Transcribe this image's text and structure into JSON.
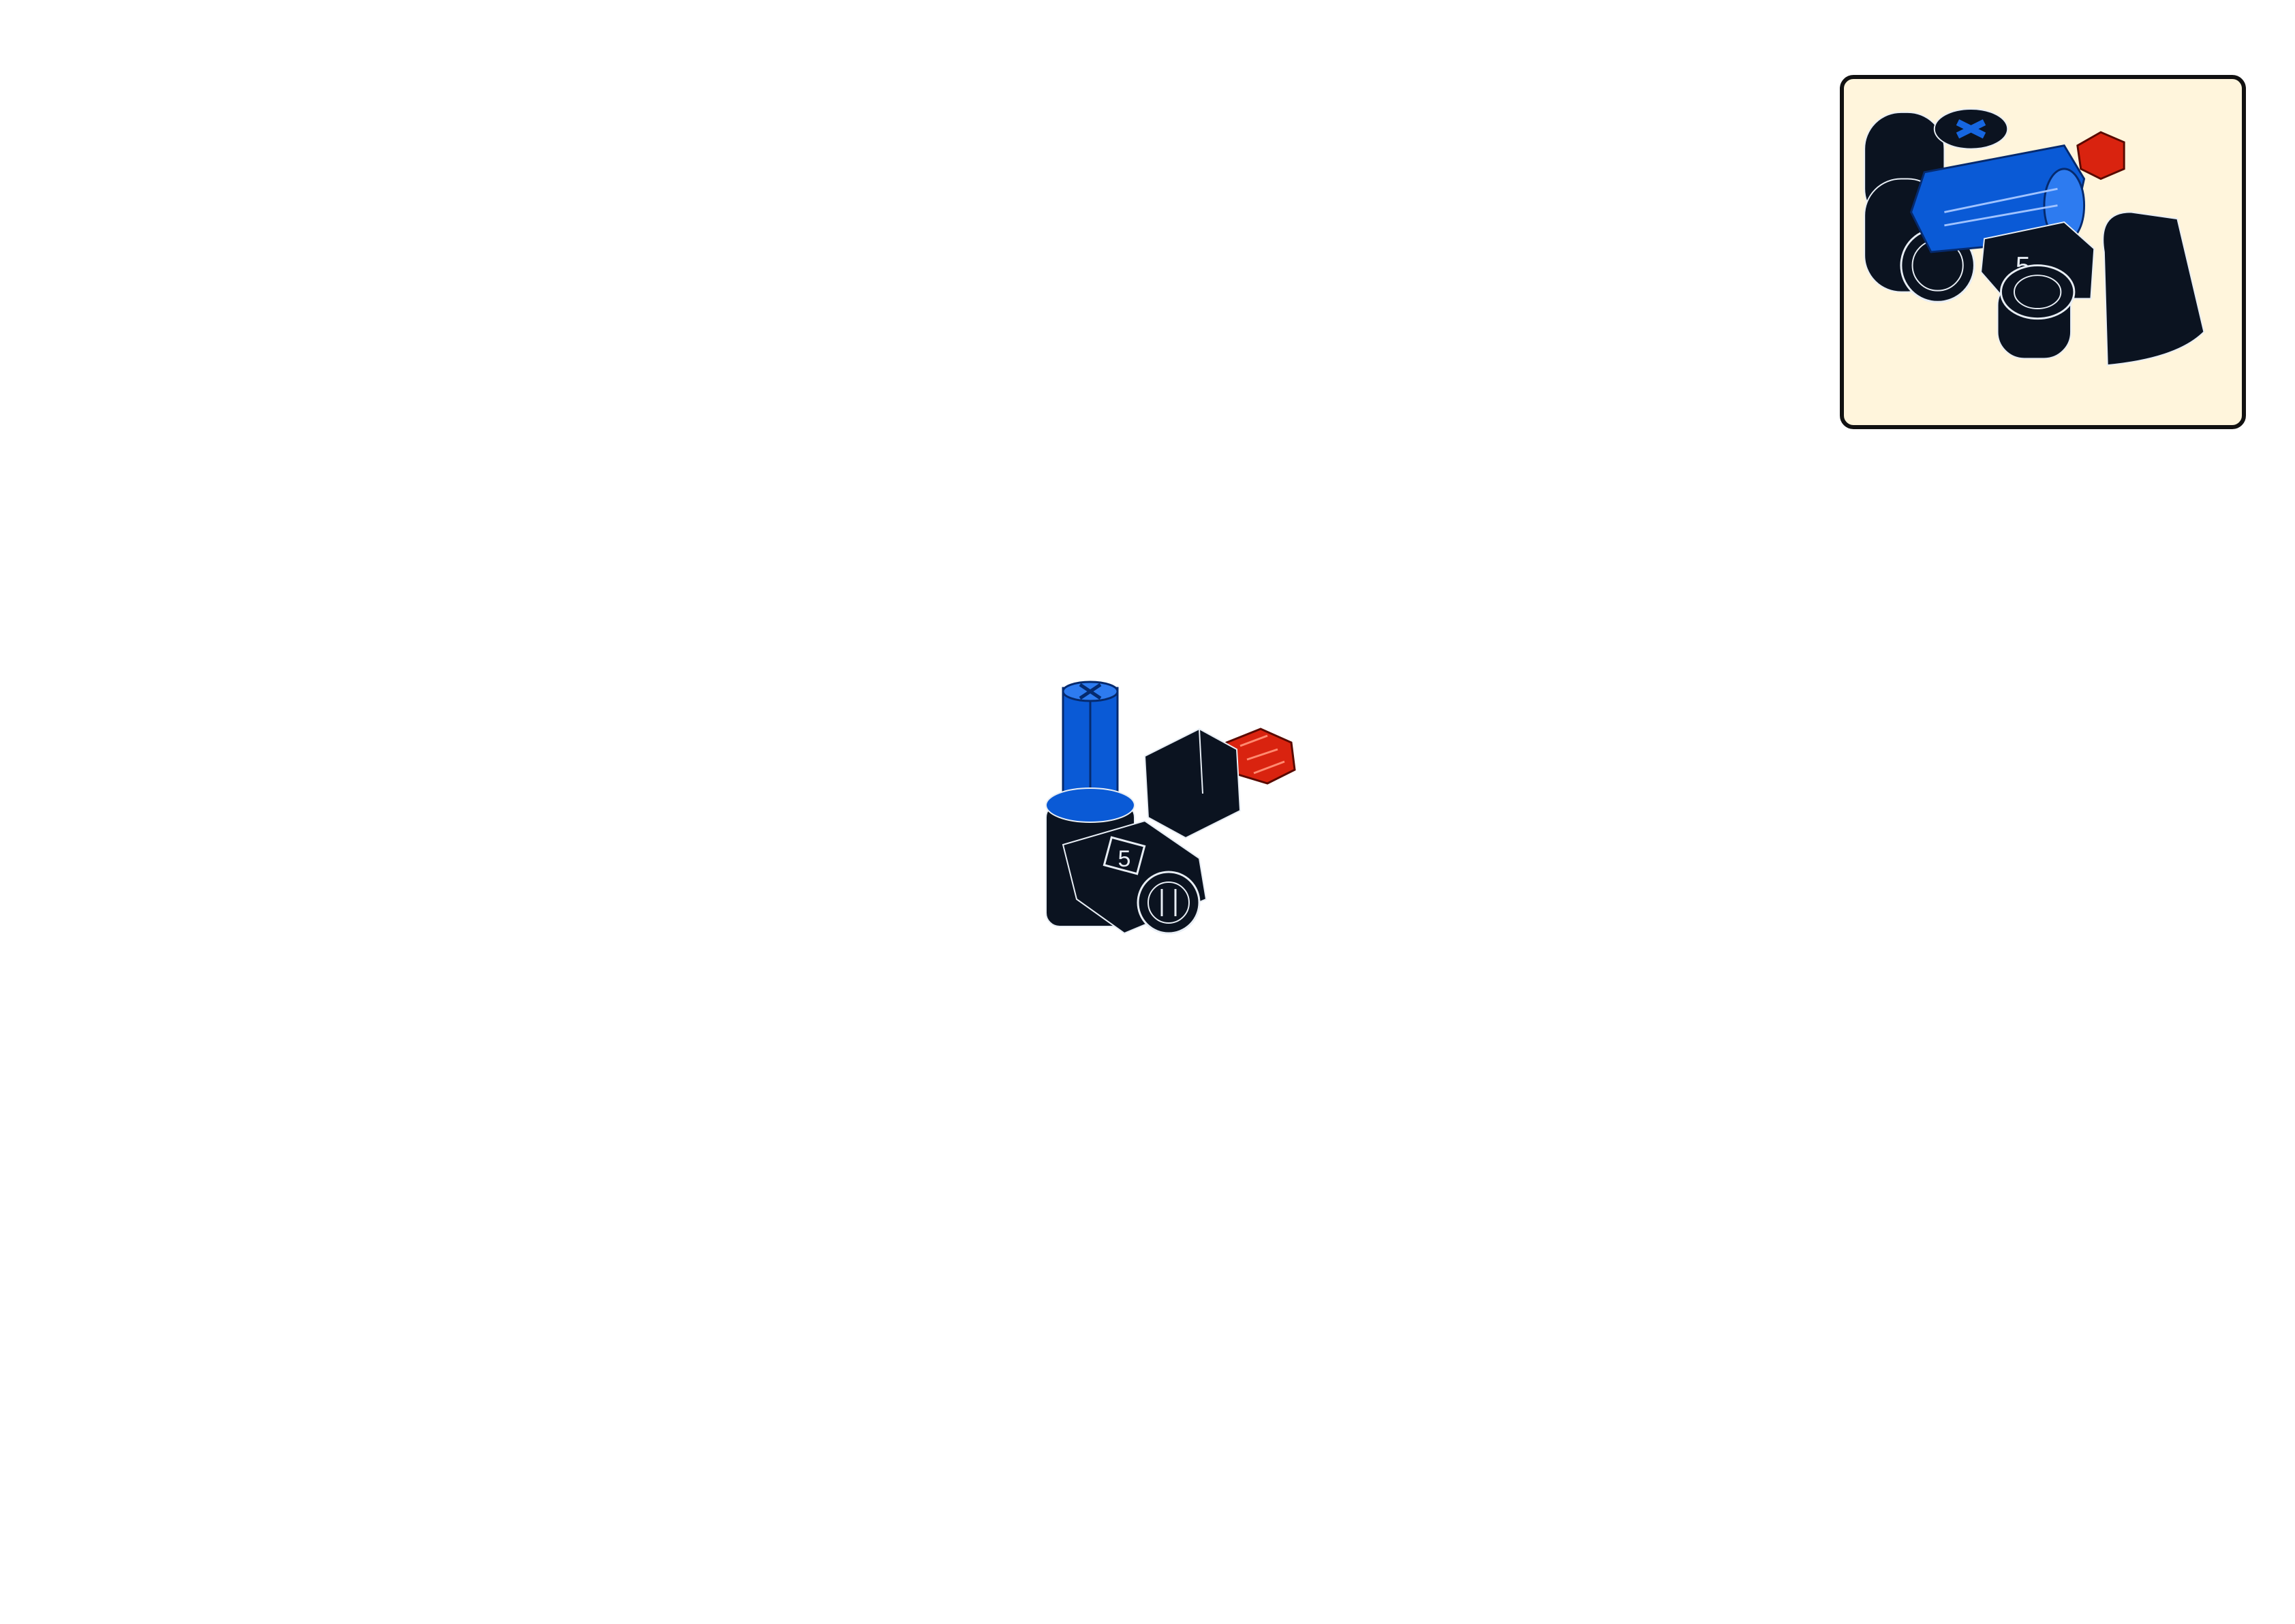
{
  "page": {
    "background": "#ffffff"
  },
  "assembly": {
    "description_icon": "technic-axle-connector-assembly",
    "part_label": "5",
    "colors": {
      "black": "#0b1320",
      "blue": "#0a5ad6",
      "red": "#d9230f",
      "outline": "#e8eef5"
    }
  },
  "inset": {
    "background": "#fff5dc",
    "border": "#111111",
    "part_label": "5",
    "description_icon": "sub-assembly-callout"
  }
}
